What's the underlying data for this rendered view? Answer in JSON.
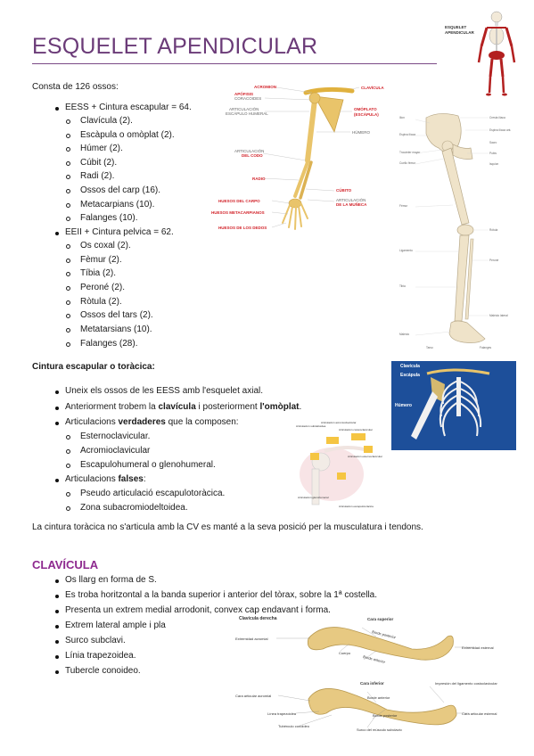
{
  "page": {
    "title": "ESQUELET APENDICULAR",
    "title_color": "#6b3b78",
    "section_color": "#8e2a8f"
  },
  "intro": "Consta de 126 ossos:",
  "eess": {
    "heading": "EESS + Cintura escapular = 64.",
    "items": [
      "Clavícula (2).",
      "Escàpula o omòplat (2).",
      "Húmer (2).",
      "Cúbit (2).",
      "Radi (2).",
      "Ossos del carp (16).",
      "Metacarpians (10).",
      "Falanges (10)."
    ]
  },
  "eeii": {
    "heading": "EEII + Cintura pelvica = 62.",
    "items": [
      "Os coxal (2).",
      "Fèmur (2).",
      "Tíbia (2).",
      "Peroné (2).",
      "Ròtula (2).",
      "Ossos del tars (2).",
      "Metatarsians (10).",
      "Falanges (28)."
    ]
  },
  "cintura": {
    "heading": "Cintura escapular o toràcica:",
    "b1": "Uneix els ossos de les EESS amb l'esquelet axial.",
    "b2_pre": "Anteriorment trobem la ",
    "b2_bold1": "clavícula",
    "b2_mid": " i posteriorment ",
    "b2_bold2": "l'omòplat",
    "b2_post": ".",
    "b3_pre": "Articulacions ",
    "b3_bold": "verdaderes",
    "b3_post": " que la composen:",
    "verdaderes": [
      "Esternoclavicular.",
      "Acromioclavicular",
      "Escapulohumeral o glenohumeral."
    ],
    "b4_pre": "Articulacions ",
    "b4_bold": "falses",
    "b4_post": ":",
    "falses": [
      "Pseudo articulació escapulotoràcica.",
      "Zona subacromiodeltoidea."
    ],
    "note": "La cintura toràcica no s'articula amb la CV es manté a la seva posició per la musculatura i tendons."
  },
  "clavicula": {
    "heading": "CLAVÍCULA",
    "items": [
      "Os llarg en forma de S.",
      "Es troba horitzontal a la banda superior i anterior del tòrax, sobre la 1ª costella.",
      "Presenta un extrem medial arrodonit, convex cap endavant i forma.",
      "Extrem lateral ample i pla",
      "Surco subclavi.",
      "Línia trapezoidea.",
      "Tubercle conoideo."
    ]
  },
  "fig_skeleton": {
    "label1": "ESQUELET",
    "label2": "APENDICULAR"
  },
  "fig_arm": {
    "labels_left": [
      "APÓFISIS",
      "CORACOIDES",
      "ARTICULACIÓN",
      "ESCÁPULO HUMERAL",
      "ARTICULACIÓN",
      "DEL CODO",
      "RADIO",
      "HUESOS DEL CARPO",
      "HUESOS METACARPIANOS",
      "HUESOS DE LOS DEDOS"
    ],
    "labels_right": [
      "ACROMION",
      "CLAVÍCULA",
      "OMÓPLATO",
      "(ESCÁPULA)",
      "HÚMERO",
      "CÚBITO",
      "ARTICULACIÓN",
      "DE LA MUÑECA"
    ]
  },
  "fig_leg": {
    "labels_left": [
      "Ilion",
      "Espina ilíaca",
      "Trocánter mayor",
      "Cuello fémur",
      "Fémur",
      "Ligamento",
      "Tibia",
      "Maléolo",
      "Tarso"
    ],
    "labels_right": [
      "Cresta ilíaca",
      "Espina ilíaca ant.",
      "Sacro",
      "Pubis",
      "Isquion",
      "Rótula",
      "Peroné",
      "Maléolo lateral",
      "Falanges"
    ]
  },
  "fig_thorax": {
    "l1": "Clavícula",
    "l2": "Escápula",
    "l3": "Húmero"
  },
  "fig_shoulder": {
    "l1": "Articulación acromioclavicular",
    "l2": "Articulación esternoclavicular",
    "l3": "Articulación glenohumeral",
    "l4": "Articulación escapulotorácica",
    "l5": "Articulación coracoclavicular",
    "l6": "Articulación subdeltoidea"
  },
  "fig_clav": {
    "title": "Clavícula derecha",
    "cara_sup": "Cara superior",
    "cara_inf": "Cara inferior",
    "sup_labels": [
      "Extremidad acromial",
      "Borde posterior",
      "Cuerpo",
      "Borde anterior",
      "Extremidad esternal"
    ],
    "inf_labels": [
      "Cara articular acromial",
      "Línea trapezoidea",
      "Tubérculo conoideo",
      "Surco del músculo subclavio",
      "Borde anterior",
      "Borde posterior",
      "Impresión del ligamento costoclavicular",
      "Cara articular esternal"
    ]
  },
  "colors": {
    "bone": "#e9c46a",
    "bone_dark": "#c9a046",
    "bone_light": "#efe3c9",
    "red_label": "#d2232a",
    "thorax_bg": "#1d4f9a",
    "skeleton_red": "#b32020"
  }
}
